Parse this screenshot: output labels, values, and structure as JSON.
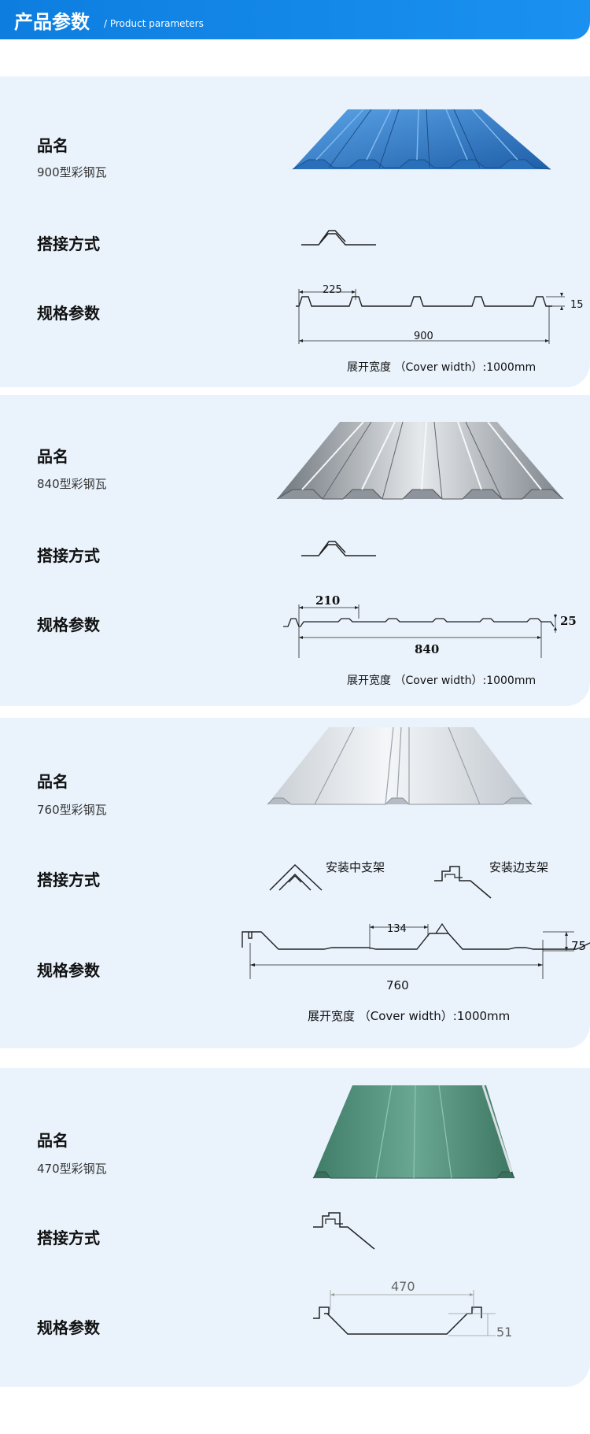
{
  "header": {
    "title": "产品参数",
    "subtitle": "/  Product parameters"
  },
  "labels": {
    "name": "品名",
    "lap": "搭接方式",
    "spec": "规格参数"
  },
  "products": [
    {
      "name": "900型彩钢瓦",
      "dims": {
        "pitch": "225",
        "width": "900",
        "height": "15"
      },
      "cover_width": "展开宽度 （Cover width）:1000mm",
      "color": "#2f78c4"
    },
    {
      "name": "840型彩钢瓦",
      "dims": {
        "pitch": "210",
        "width": "840",
        "height": "25"
      },
      "cover_width": "展开宽度 （Cover width）:1000mm",
      "color": "#9aa2aa"
    },
    {
      "name": "760型彩钢瓦",
      "dims": {
        "pitch": "134",
        "width": "760",
        "height": "75"
      },
      "lap_labels": {
        "middle": "安装中支架",
        "side": "安装边支架"
      },
      "cover_width": "展开宽度 （Cover width）:1000mm",
      "color": "#d2d7dc"
    },
    {
      "name": "470型彩钢瓦",
      "dims": {
        "width": "470",
        "height": "51"
      },
      "color": "#4f8f7a"
    }
  ]
}
